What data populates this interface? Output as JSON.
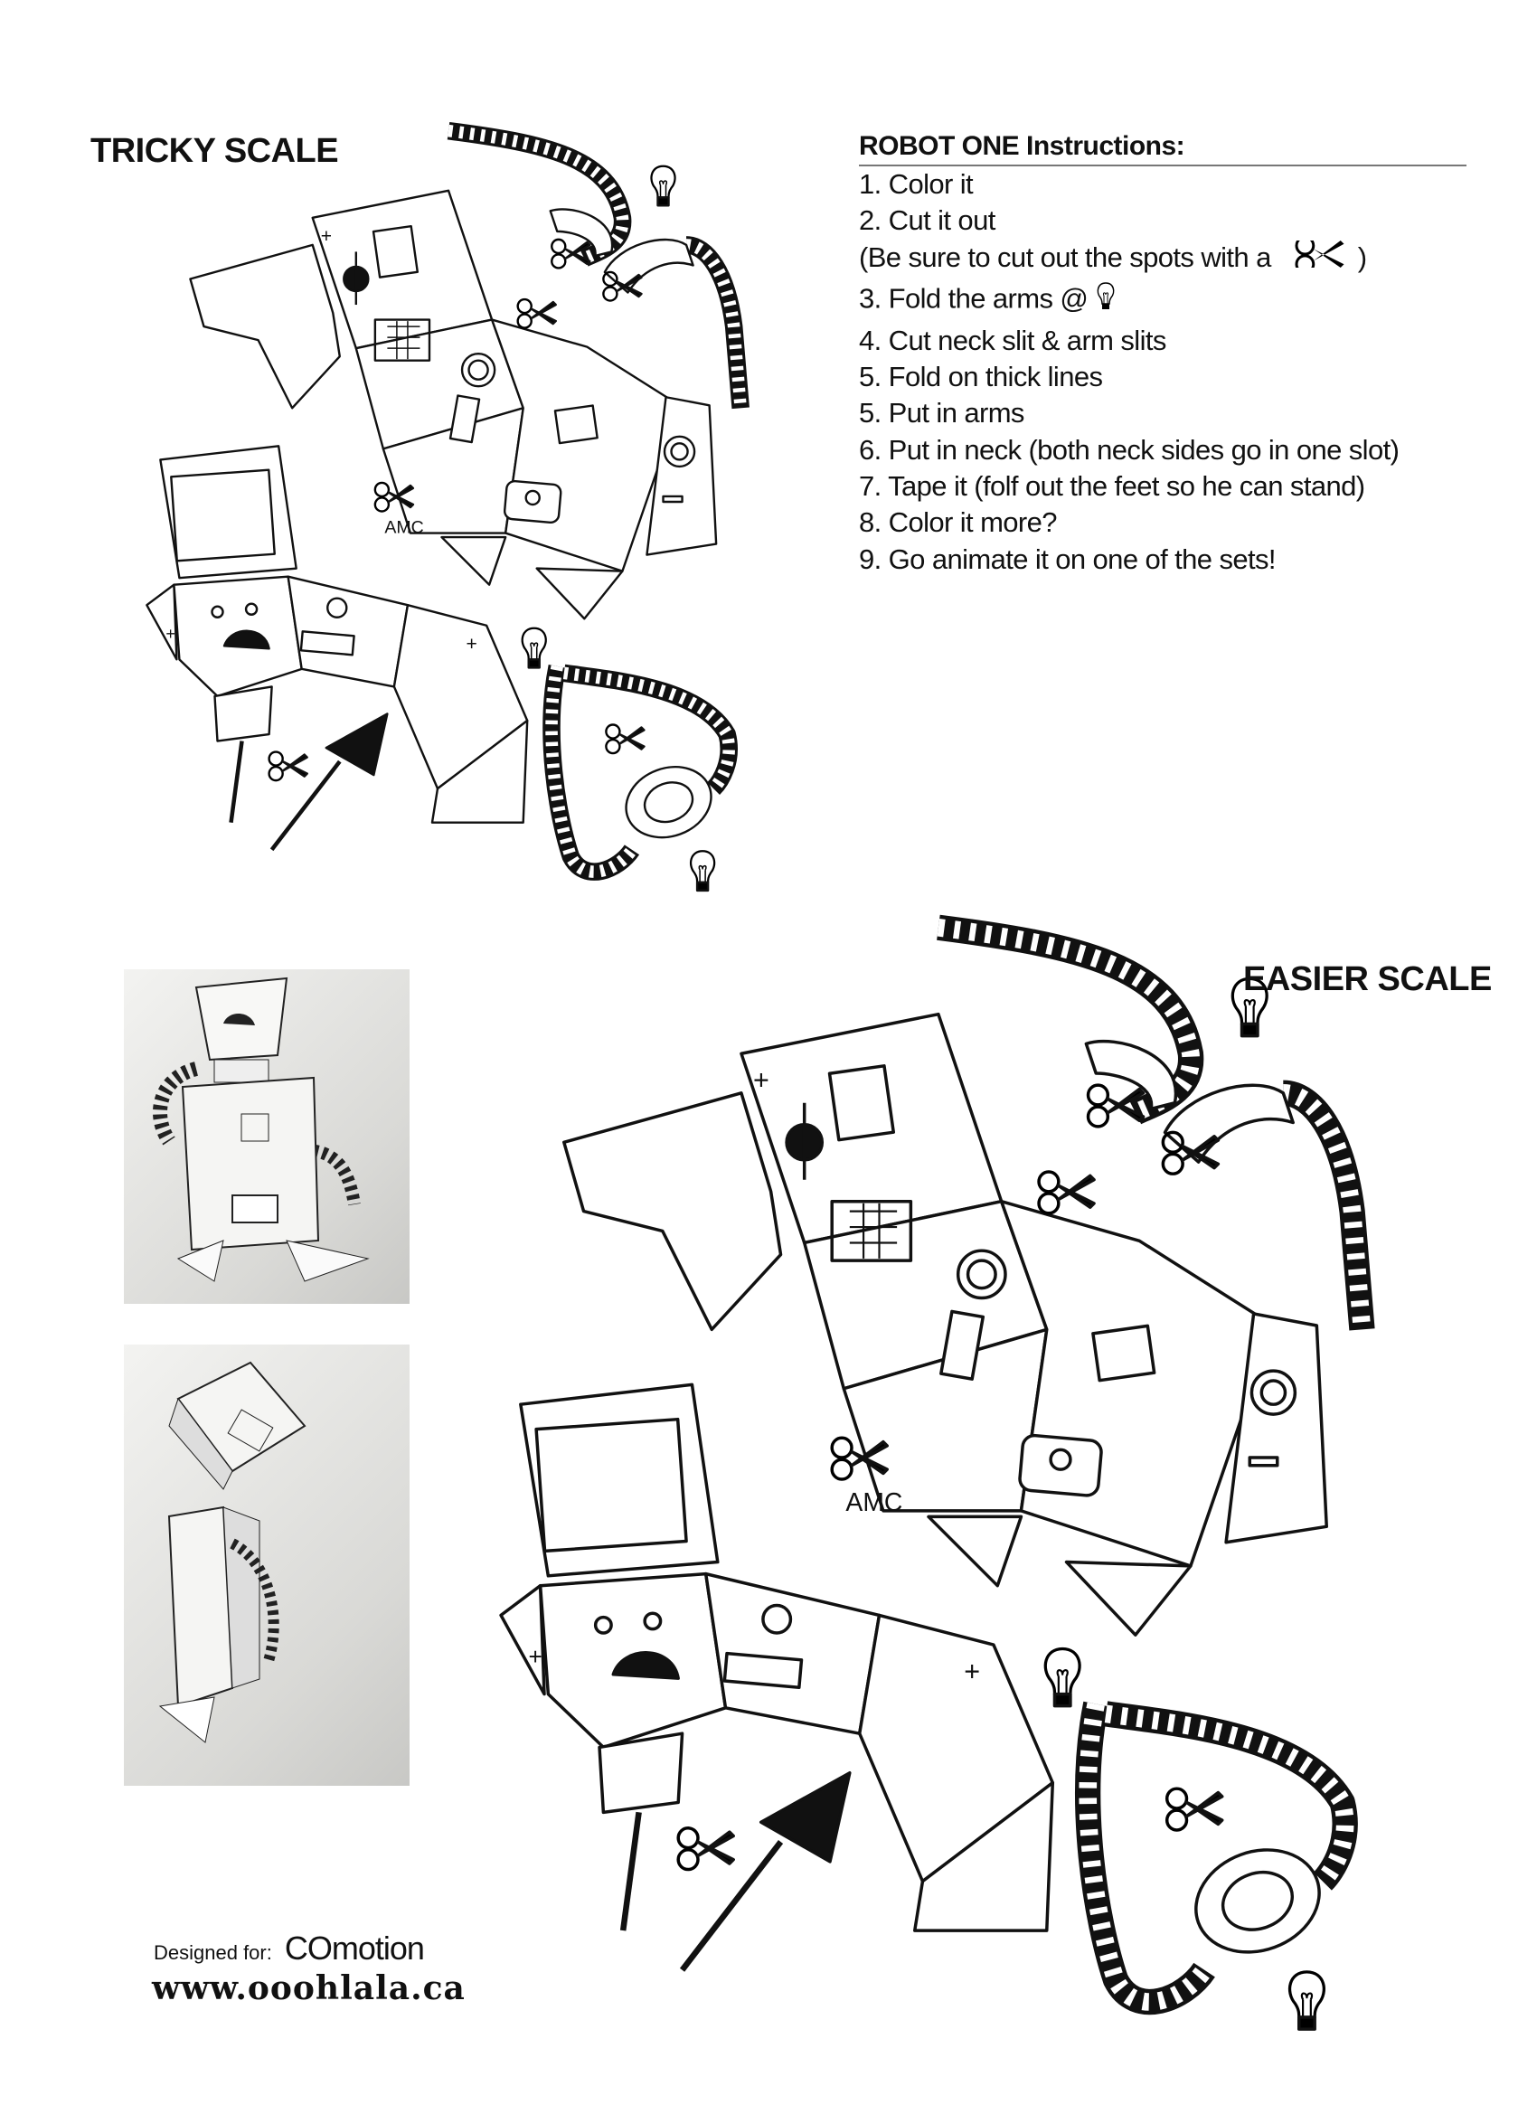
{
  "sections": {
    "tricky_title": "TRICKY SCALE",
    "easier_title": "EASIER SCALE"
  },
  "instructions": {
    "title": "ROBOT ONE Instructions:",
    "steps": [
      "1. Color it",
      "2. Cut it out",
      "(Be sure to cut out the spots with a",
      "3. Fold the arms  @",
      "4. Cut neck slit & arm slits",
      "5. Fold on thick lines",
      "5. Put  in arms",
      "6. Put in neck (both neck sides go in one slot)",
      "7. Tape it (folf out the feet so he can stand)",
      "8. Color it more?",
      "9. Go animate it on one of the sets!"
    ],
    "step2_close": " )"
  },
  "artwork": {
    "signature": "AMC",
    "icons": [
      "scissors-icon",
      "lightbulb-icon"
    ]
  },
  "footer": {
    "designed_for": "Designed for:",
    "brand_prefix": "CO",
    "brand_suffix": "motion",
    "url": "www.ooohlala.ca"
  }
}
